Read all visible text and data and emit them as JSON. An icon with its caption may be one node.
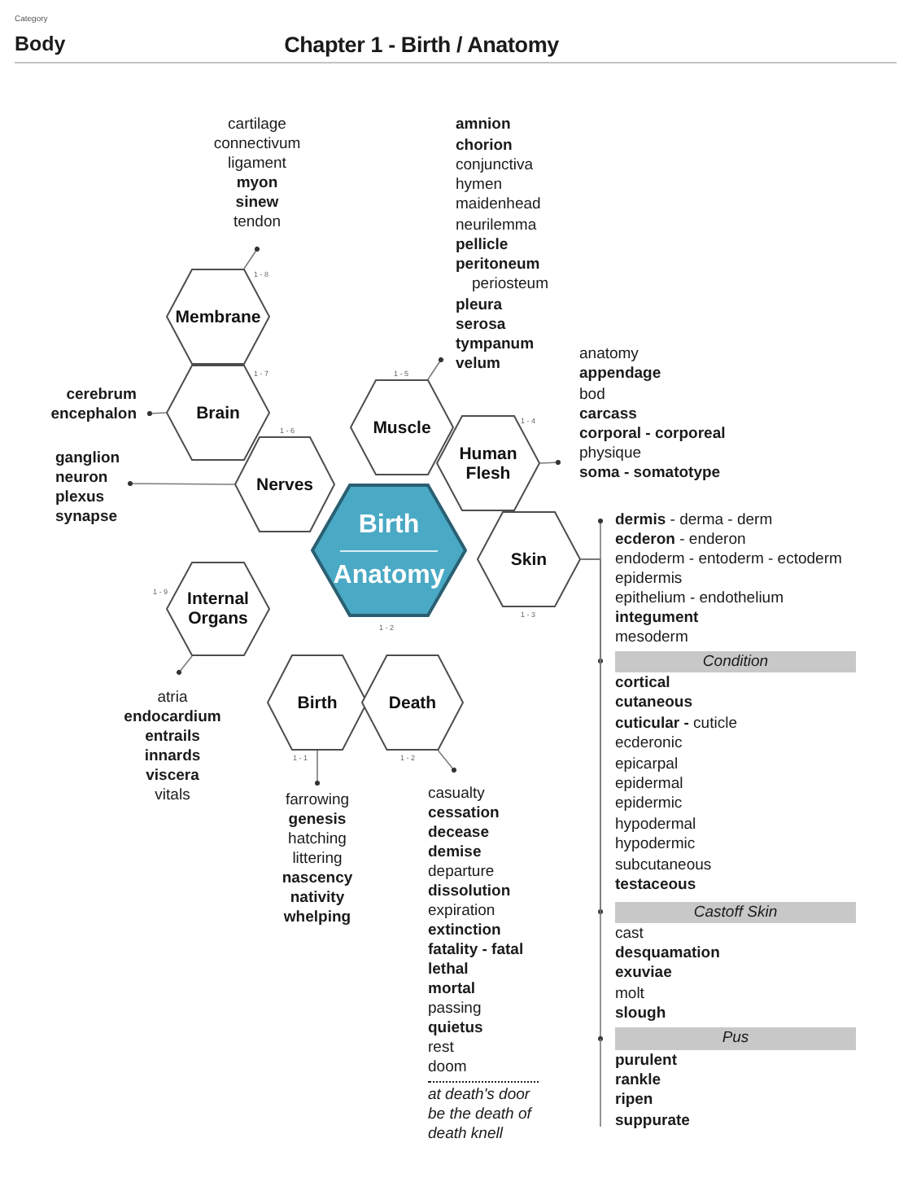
{
  "diagram": {
    "title": "Chapter 1 - Birth / Anatomy",
    "nodes": [
      {
        "text": [
          "Birth",
          "Anatomy"
        ],
        "beside": [
          "1 - 2"
        ]
      },
      {
        "text": [
          "Birth"
        ],
        "beside": [
          "1 - 1"
        ]
      },
      {
        "text": [
          "farrowing",
          "**genesis**",
          "hatching",
          "littering",
          "**nascency**",
          "**nativity**",
          "**whelping**"
        ]
      },
      {
        "text": [
          "Death"
        ],
        "beside": [
          "1 - 2"
        ]
      },
      {
        "text": [
          "casualty",
          "**cessation**",
          "**decease**",
          "**demise**",
          "departure",
          "**dissolution**",
          "expiration",
          "**extinction**",
          "**fatality - fatal**",
          "**lethal**",
          "**mortal**",
          "passing",
          "**quietus**",
          "rest",
          "doom"
        ],
        "beside": [
          "at death's door",
          "be the death of",
          "death knell"
        ]
      },
      {
        "text": [
          "Skin"
        ],
        "beside": [
          "1 - 3"
        ]
      },
      {
        "text": [
          "**dermis** - derma - derm",
          "**ecderon** - enderon",
          "endoderm - entoderm - ectoderm",
          "epidermis",
          "epithelium - endothelium",
          "**integument**",
          "mesoderm"
        ]
      },
      {
        "text": [
          "Condition"
        ],
        "beside": [
          "**cortical**",
          "**cutaneous**",
          "**cuticular -** cuticle",
          "ecderonic",
          "epicarpal",
          "epidermal",
          "epidermic",
          "hypodermal",
          "hypodermic",
          "subcutaneous",
          "**testaceous**"
        ]
      },
      {
        "text": [
          "Castoff Skin"
        ],
        "beside": [
          "cast",
          "**desquamation**",
          "**exuviae**",
          "molt",
          "**slough**"
        ]
      },
      {
        "text": [
          "Pus"
        ],
        "beside": [
          "**purulent**",
          "**rankle**",
          "**ripen**",
          "**suppurate**"
        ]
      },
      {
        "text": [
          "Human Flesh"
        ],
        "beside": [
          "1 - 4"
        ]
      },
      {
        "text": [
          "anatomy",
          "**appendage**",
          "bod",
          "**carcass**",
          "**corporal - corporeal**",
          "physique",
          "**soma - somatotype**"
        ]
      },
      {
        "text": [
          "Muscle"
        ],
        "beside": [
          "1 - 5"
        ]
      },
      {
        "text": [
          "**amnion**",
          "**chorion**",
          "conjunctiva",
          "hymen",
          "maidenhead",
          "neurilemma",
          "**pellicle**",
          "**peritoneum**",
          "periosteum",
          "**pleura**",
          "**serosa**",
          "**tympanum**",
          "**velum**"
        ]
      },
      {
        "text": [
          "Nerves"
        ],
        "beside": [
          "1 - 6"
        ]
      },
      {
        "text": [
          "**ganglion**",
          "**neuron**",
          "**plexus**",
          "**synapse**"
        ]
      },
      {
        "text": [
          "Brain"
        ],
        "beside": [
          "1 - 7"
        ]
      },
      {
        "text": [
          "**cerebrum**",
          "**encephalon**"
        ]
      },
      {
        "text": [
          "Membrane"
        ],
        "beside": [
          "1 - 8"
        ]
      },
      {
        "text": [
          "cartilage",
          "connectivum",
          "ligament",
          "**myon**",
          "**sinew**",
          "tendon"
        ]
      },
      {
        "text": [
          "Internal Organs"
        ],
        "beside": [
          "1 - 9"
        ]
      },
      {
        "text": [
          "atria",
          "**endocardium**",
          "**entrails**",
          "**innards**",
          "**viscera**",
          "vitals"
        ]
      }
    ],
    "edges": [
      {
        "from": 1,
        "to": 2,
        "arrow": "other"
      },
      {
        "from": 3,
        "to": 4,
        "arrow": "other"
      },
      {
        "from": 5,
        "to": 6,
        "arrow": "other"
      },
      {
        "from": 5,
        "to": 7,
        "arrow": "other"
      },
      {
        "from": 5,
        "to": 8,
        "arrow": "other"
      },
      {
        "from": 5,
        "to": 9,
        "arrow": "other"
      },
      {
        "from": 10,
        "to": 11,
        "arrow": "other"
      },
      {
        "from": 12,
        "to": 13,
        "arrow": "other"
      },
      {
        "from": 14,
        "to": 15,
        "arrow": "other"
      },
      {
        "from": 16,
        "to": 17,
        "arrow": "other"
      },
      {
        "from": 18,
        "to": 19,
        "arrow": "other"
      },
      {
        "from": 20,
        "to": 21,
        "arrow": "other"
      }
    ],
    "labels": [
      "Category",
      "Body"
    ]
  }
}
